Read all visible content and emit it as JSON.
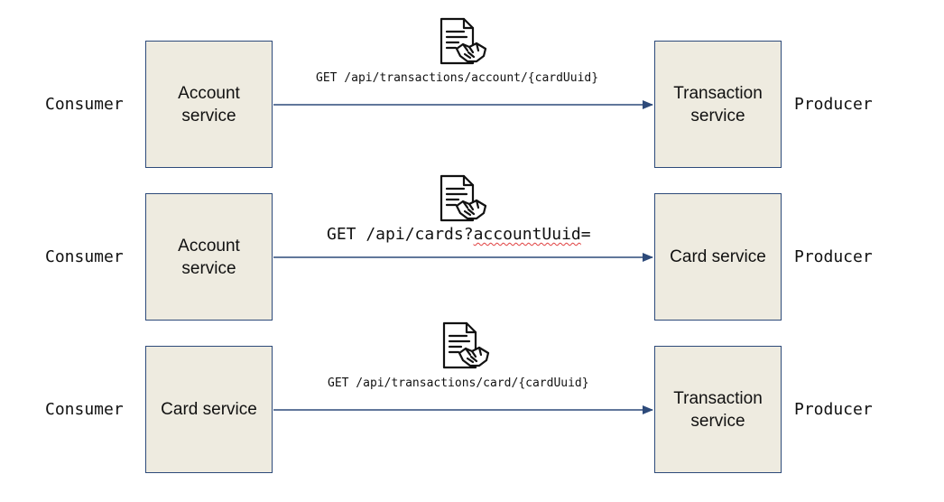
{
  "rows": [
    {
      "consumer_label": "Consumer",
      "consumer_service": "Account service",
      "endpoint": "GET /api/transactions/account/{cardUuid}",
      "producer_service": "Transaction service",
      "producer_label": "Producer"
    },
    {
      "consumer_label": "Consumer",
      "consumer_service": "Account service",
      "endpoint_prefix": "GET /api/cards?",
      "endpoint_flagged": "accountUuid",
      "endpoint_suffix": "=",
      "producer_service": "Card service",
      "producer_label": "Producer"
    },
    {
      "consumer_label": "Consumer",
      "consumer_service": "Card service",
      "endpoint": "GET /api/transactions/card/{cardUuid}",
      "producer_service": "Transaction service",
      "producer_label": "Producer"
    }
  ],
  "icons": {
    "contract": "contract-handshake-icon"
  },
  "colors": {
    "box_fill": "#eeebe0",
    "box_border": "#2d4a7a",
    "arrow": "#2d4a7a",
    "spellcheck": "#e04040"
  }
}
